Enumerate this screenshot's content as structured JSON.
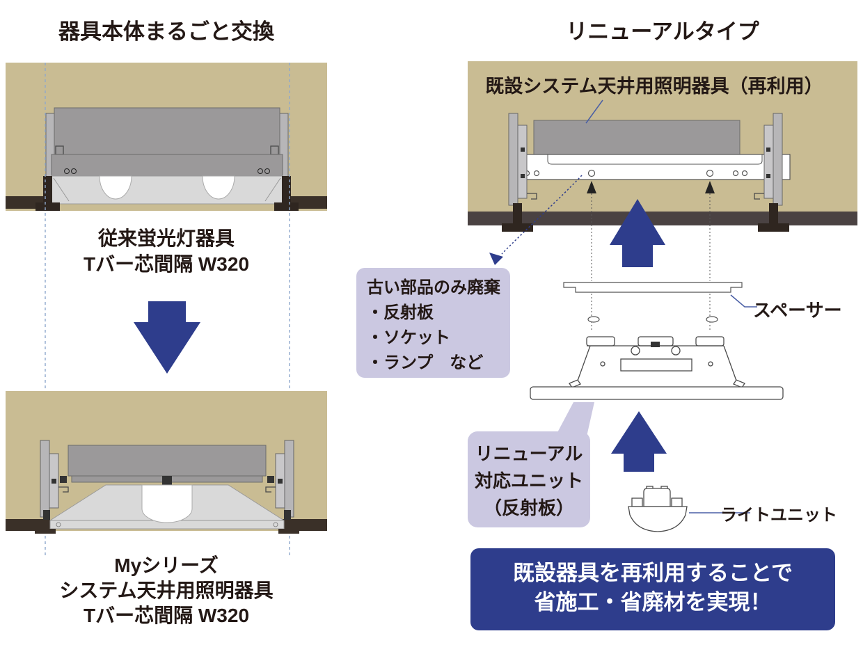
{
  "colors": {
    "ceiling_tan": "#c9bc93",
    "dark_brown": "#3a3028",
    "dark_brown2": "#4a4242",
    "navy": "#2e3d8c",
    "lavender": "#cbc8e1",
    "fixture_gray": "#9b999a",
    "reflector_gray": "#d9d9d9",
    "leader_blue": "#4a5fa5",
    "guide_blue": "#8fa9cc",
    "text_dark": "#231815"
  },
  "icons": {
    "down_arrow": "navy block arrow pointing down",
    "up_arrow": "navy block arrow pointing up",
    "leader_arrow": "small navy arrowhead on dotted leader",
    "alignment_arrow": "small black arrowhead on dotted alignment line"
  },
  "left": {
    "title": "器具本体まるごと交換",
    "old_caption": [
      "従来蛍光灯器具",
      "Tバー芯間隔 W320"
    ],
    "new_caption": [
      "Myシリーズ",
      "システム天井用照明器具",
      "Tバー芯間隔 W320"
    ]
  },
  "right": {
    "title": "リニューアルタイプ",
    "existing_fixture_label": "既設システム天井用照明器具（再利用）",
    "discard_box": [
      "古い部品のみ廃棄",
      "・反射板",
      "・ソケット",
      "・ランプ　など"
    ],
    "spacer_label": "スペーサー",
    "renewal_unit_box": [
      "リニューアル",
      "対応ユニット",
      "（反射板）"
    ],
    "light_unit_label": "ライトユニット",
    "banner": [
      "既設器具を再利用することで",
      "省施工・省廃材を実現！"
    ]
  }
}
